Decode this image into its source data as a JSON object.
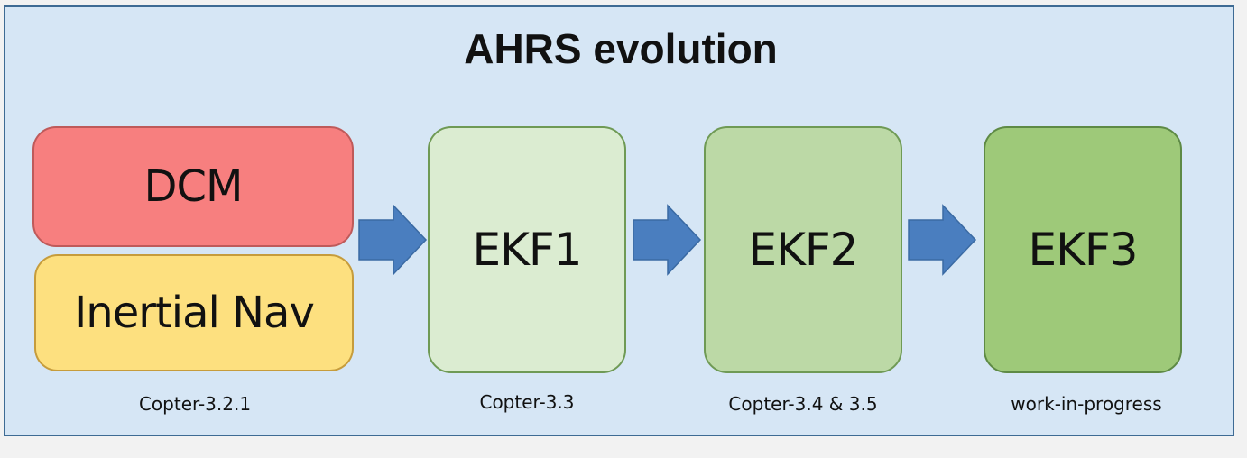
{
  "title": "AHRS evolution",
  "stages": [
    {
      "boxes": [
        "DCM",
        "Inertial Nav"
      ],
      "caption": "Copter-3.2.1"
    },
    {
      "boxes": [
        "EKF1"
      ],
      "caption": "Copter-3.3"
    },
    {
      "boxes": [
        "EKF2"
      ],
      "caption": "Copter-3.4 & 3.5"
    },
    {
      "boxes": [
        "EKF3"
      ],
      "caption": "work-in-progress"
    }
  ],
  "colors": {
    "background": "#d6e6f5",
    "frame_border": "#3e6b94",
    "dcm": "#f77f7f",
    "inertial_nav": "#fde07f",
    "ekf1": "#dbecd1",
    "ekf2": "#bcd9a6",
    "ekf3": "#9ec979",
    "arrow": "#4a7ebf"
  }
}
